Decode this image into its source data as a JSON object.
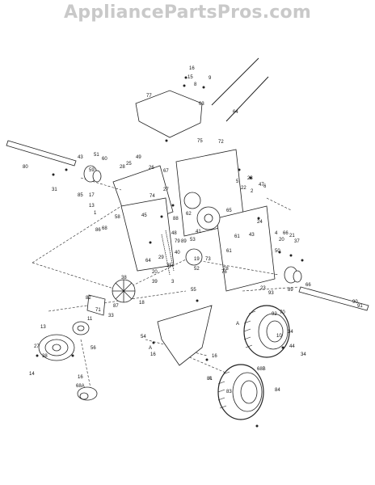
{
  "watermark": "AppliancePartsPros.com",
  "callouts": [
    "16",
    "15",
    "9",
    "77",
    "63",
    "8",
    "64",
    "75",
    "72",
    "80",
    "43",
    "51",
    "60",
    "49",
    "25",
    "28",
    "5",
    "26",
    "67",
    "59",
    "31",
    "47",
    "6",
    "85",
    "17",
    "1",
    "13",
    "27",
    "62",
    "58",
    "74",
    "45",
    "23",
    "22",
    "2",
    "38",
    "65",
    "24",
    "61",
    "64",
    "23",
    "66",
    "86",
    "68",
    "35",
    "55",
    "73",
    "20",
    "21",
    "37",
    "43",
    "40",
    "29",
    "48",
    "88",
    "89",
    "41",
    "3",
    "39",
    "78",
    "19",
    "52",
    "76",
    "61",
    "79",
    "53",
    "33",
    "54",
    "87",
    "11",
    "82",
    "71",
    "13",
    "38",
    "56",
    "10",
    "70",
    "44",
    "34",
    "83",
    "84",
    "34",
    "93",
    "92",
    "81",
    "27",
    "14",
    "89",
    "66",
    "91",
    "90",
    "A",
    "A",
    "A",
    "16",
    "16",
    "16",
    "68A",
    "68B",
    "20",
    "18",
    "4",
    "50",
    "12",
    "36",
    "57"
  ]
}
